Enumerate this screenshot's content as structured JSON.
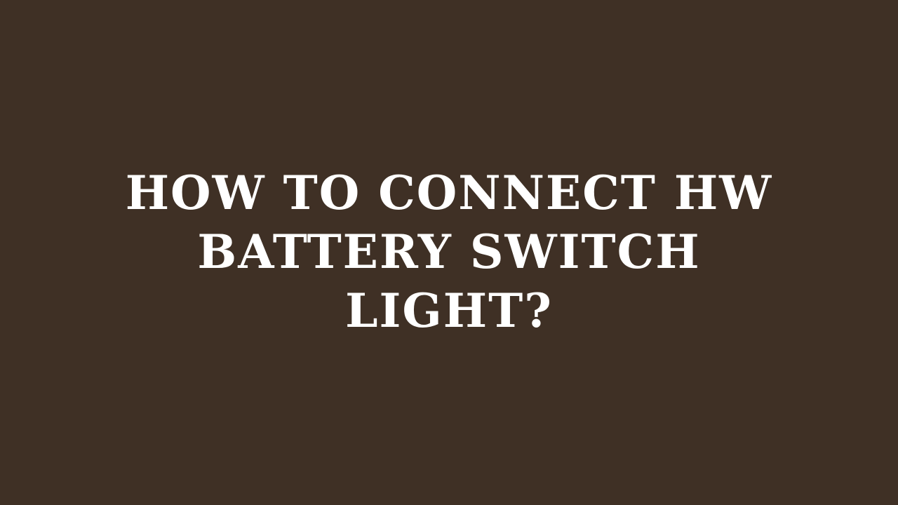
{
  "background_color": "#3f3025",
  "text_color": "#ffffff",
  "title": {
    "lines": [
      "HOW TO CONNECT HW",
      "BATTERY SWITCH",
      "LIGHT?"
    ]
  }
}
